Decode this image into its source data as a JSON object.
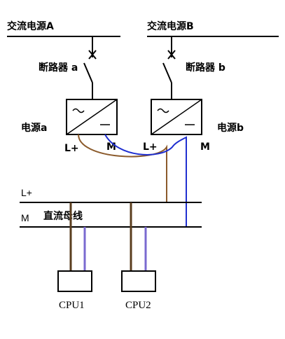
{
  "ac_source_a": "交流电源A",
  "ac_source_b": "交流电源B",
  "breaker_a": "断路器 a",
  "breaker_b": "断路器 b",
  "psu_a": "电源a",
  "psu_b": "电源b",
  "psu_a_lplus": "L+",
  "psu_a_m": "M",
  "psu_b_lplus": "L+",
  "psu_b_m": "M",
  "bus_lplus": "L+",
  "bus_m": "M",
  "dc_bus": "直流母线",
  "cpu1": "CPU1",
  "cpu2": "CPU2",
  "colors": {
    "line": "#000000",
    "lplus_wire": "#8b5a2b",
    "m_wire": "#1f2fd0",
    "cpu_feed_lplus": "#5a3d1e",
    "cpu_feed_m": "#7a6ad0"
  }
}
